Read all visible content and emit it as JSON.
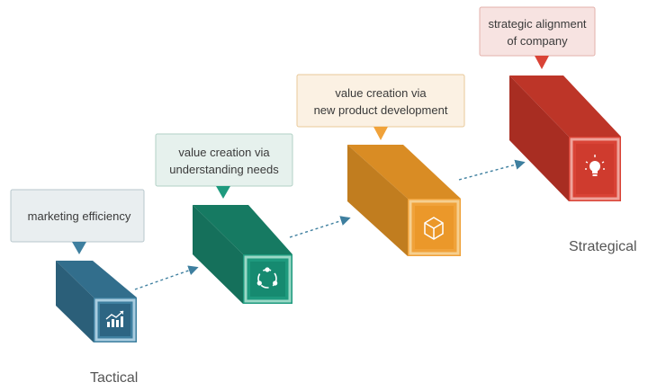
{
  "stages": [
    {
      "callout_lines": [
        "marketing efficiency"
      ],
      "icon": "growth-chart-icon",
      "colors": {
        "front": "#3e7f9f",
        "side": "#2b5f79",
        "top": "#326e8c",
        "frame": "#a9cde0",
        "icon_bg": "#2d6583",
        "callout_bg": "#e9eef0",
        "callout_border": "#b8c7cc",
        "pointer": "#3e7f9f"
      }
    },
    {
      "callout_lines": [
        "value creation via",
        "understanding needs"
      ],
      "icon": "cycle-icon",
      "colors": {
        "front": "#1e9a7e",
        "side": "#15705b",
        "top": "#167a62",
        "frame": "#9ad8c6",
        "icon_bg": "#168a70",
        "callout_bg": "#e6f1ed",
        "callout_border": "#b3d1c6",
        "pointer": "#1e9a7e"
      }
    },
    {
      "callout_lines": [
        "value creation via",
        "new product development"
      ],
      "icon": "box-icon",
      "colors": {
        "front": "#f0a23a",
        "side": "#c17d1f",
        "top": "#d98c24",
        "frame": "#f6cf8f",
        "icon_bg": "#eb982a",
        "callout_bg": "#fbf1e3",
        "callout_border": "#e8c99a",
        "pointer": "#f0a23a"
      }
    },
    {
      "callout_lines": [
        "strategic alignment",
        "of company"
      ],
      "icon": "lightbulb-icon",
      "colors": {
        "front": "#d94336",
        "side": "#a82d22",
        "top": "#bd3528",
        "frame": "#efa39b",
        "icon_bg": "#cf3b2e",
        "callout_bg": "#f7e3e1",
        "callout_border": "#e3b1ab",
        "pointer": "#d94336"
      }
    }
  ],
  "labels": {
    "start": "Tactical",
    "end": "Strategical"
  },
  "connector_color": "#3e7f9f"
}
